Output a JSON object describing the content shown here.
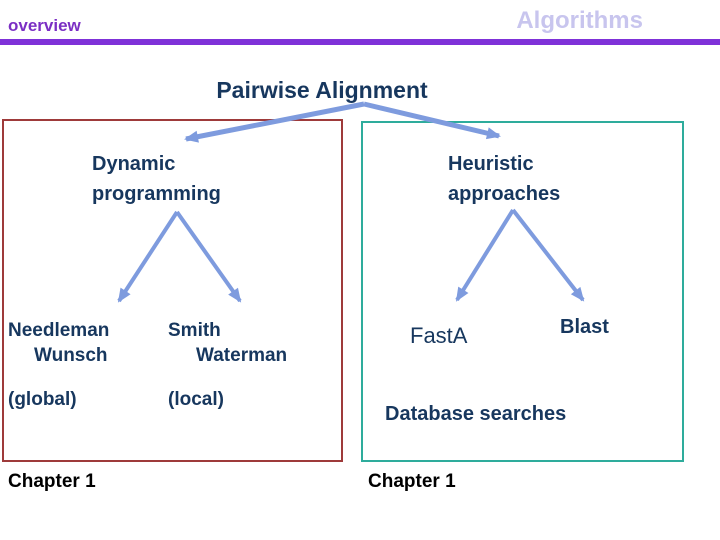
{
  "header": {
    "left_label": "overview",
    "right_label": "Algorithms"
  },
  "title": "Pairwise Alignment",
  "left_panel": {
    "heading": [
      "Dynamic",
      "programming"
    ],
    "leaf_left": [
      "Needleman",
      "Wunsch"
    ],
    "leaf_left_note": "(global)",
    "leaf_right": [
      "Smith",
      "Waterman"
    ],
    "leaf_right_note": "(local)"
  },
  "right_panel": {
    "heading": [
      "Heuristic",
      "approaches"
    ],
    "leaf_left": "FastA",
    "leaf_right": "Blast",
    "note": "Database searches"
  },
  "footer": {
    "left_caption": "Chapter 1",
    "right_caption": "Chapter 1"
  },
  "connectors": [
    {
      "from": "Pairwise Alignment",
      "to": "Dynamic programming"
    },
    {
      "from": "Pairwise Alignment",
      "to": "Heuristic approaches"
    },
    {
      "from": "Dynamic programming",
      "to": "Needleman Wunsch"
    },
    {
      "from": "Dynamic programming",
      "to": "Smith Waterman"
    },
    {
      "from": "Heuristic approaches",
      "to": "FastA"
    },
    {
      "from": "Heuristic approaches",
      "to": "Blast"
    }
  ],
  "colors": {
    "header_accent_purple": "#7F31D8",
    "header_label_purple": "#7B2FC4",
    "header_label_lavender": "#C8C5EE",
    "text_navy": "#17375E",
    "arrow_blue": "#7E9BDE",
    "left_box_border_red": "#9E3A3A",
    "right_box_border_teal": "#2EAC9C",
    "caption_black": "#000000"
  }
}
